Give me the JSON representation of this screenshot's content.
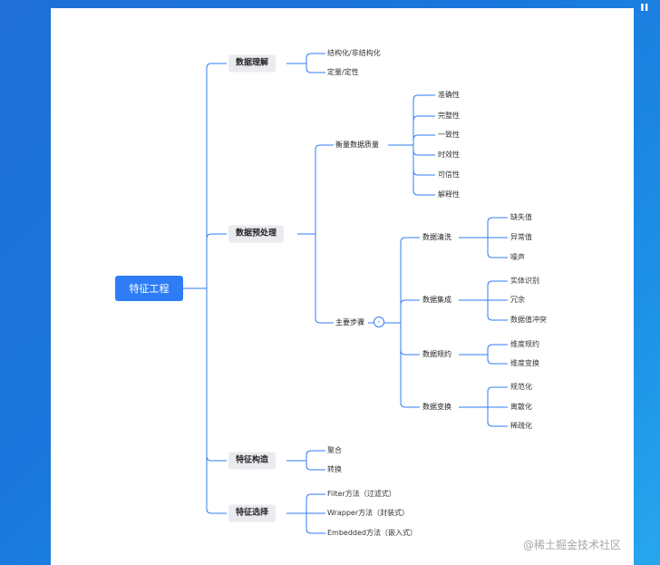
{
  "root": "特征工程",
  "branches": [
    {
      "label": "数据理解",
      "children": [
        {
          "label": "结构化/非结构化"
        },
        {
          "label": "定量/定性"
        }
      ]
    },
    {
      "label": "数据预处理",
      "children": [
        {
          "label": "衡量数据质量",
          "children": [
            "准确性",
            "完整性",
            "一致性",
            "时效性",
            "可信性",
            "解释性"
          ]
        },
        {
          "label": "主要步骤",
          "children": [
            {
              "label": "数据清洗",
              "children": [
                "缺失值",
                "异常值",
                "噪声"
              ]
            },
            {
              "label": "数据集成",
              "children": [
                "实体识别",
                "冗余",
                "数据值冲突"
              ]
            },
            {
              "label": "数据规约",
              "children": [
                "维度规约",
                "维度变换"
              ]
            },
            {
              "label": "数据变换",
              "children": [
                "规范化",
                "离散化",
                "稀疏化"
              ]
            }
          ]
        }
      ]
    },
    {
      "label": "特征构造",
      "children": [
        {
          "label": "聚合"
        },
        {
          "label": "转换"
        }
      ]
    },
    {
      "label": "特征选择",
      "children": [
        {
          "label": "Filter方法（过滤式）"
        },
        {
          "label": "Wrapper方法（封装式）"
        },
        {
          "label": "Embedded方法（嵌入式）"
        }
      ]
    }
  ],
  "collapse_symbol": "‹",
  "watermark": "@稀土掘金技术社区",
  "top_mark": "ıı",
  "colors": {
    "accent": "#2f7df6",
    "line": "#2f7df6",
    "node_bg": "#e9ebee"
  }
}
